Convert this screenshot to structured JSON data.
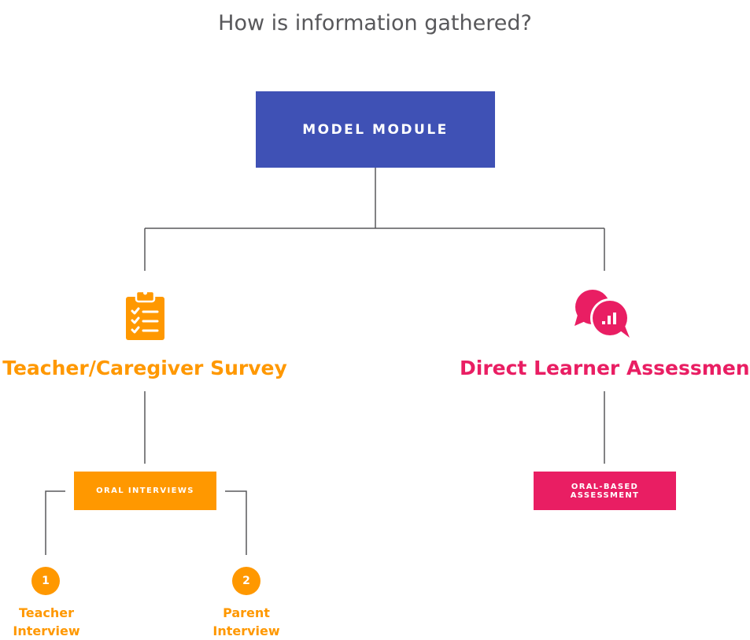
{
  "title": "How is information gathered?",
  "colors": {
    "root": "#3f51b5",
    "survey": "#ff9800",
    "assessment": "#e91e63",
    "line": "#58585b",
    "text": "#58585b"
  },
  "root": {
    "label": "MODEL MODULE"
  },
  "branches": {
    "survey": {
      "icon": "clipboard-checklist-icon",
      "title": "Teacher/Caregiver Survey",
      "method": "ORAL INTERVIEWS",
      "steps": [
        {
          "number": "1",
          "label_line1": "Teacher",
          "label_line2": "Interview"
        },
        {
          "number": "2",
          "label_line1": "Parent",
          "label_line2": "Interview"
        }
      ]
    },
    "assessment": {
      "icon": "chat-bubbles-chart-icon",
      "title": "Direct Learner Assessment",
      "method_line1": "ORAL-BASED",
      "method_line2": "ASSESSMENT"
    }
  }
}
